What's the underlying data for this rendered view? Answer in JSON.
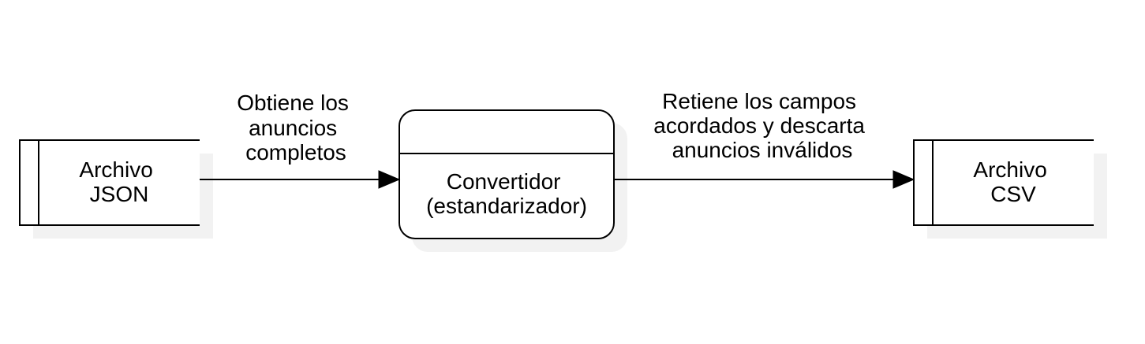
{
  "diagram": {
    "source_store": {
      "lines": [
        "Archivo",
        "JSON"
      ]
    },
    "process": {
      "lines": [
        "Convertidor",
        "(estandarizador)"
      ]
    },
    "target_store": {
      "lines": [
        "Archivo",
        "CSV"
      ]
    },
    "flow_in": {
      "lines": [
        "Obtiene los",
        "anuncios",
        "completos"
      ]
    },
    "flow_out": {
      "lines": [
        "Retiene los campos",
        "acordados y descarta",
        "anuncios inválidos"
      ]
    },
    "colors": {
      "stroke": "#000000",
      "shadow": "#f2f2f2",
      "fill": "#ffffff"
    }
  }
}
